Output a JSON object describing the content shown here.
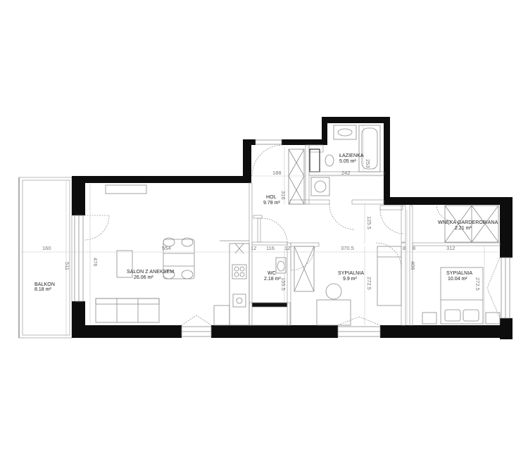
{
  "rooms": [
    {
      "id": "balkon",
      "name": "BALKON",
      "area": "8.18 m²"
    },
    {
      "id": "salon",
      "name": "SALON Z ANEKSEM",
      "area": "26.06 m²"
    },
    {
      "id": "hol",
      "name": "HOL",
      "area": "9.78 m²"
    },
    {
      "id": "lazienka",
      "name": "ŁAZIENKA",
      "area": "5.05 m²"
    },
    {
      "id": "wc",
      "name": "WC",
      "area": "2.18 m²"
    },
    {
      "id": "sypialnia1",
      "name": "SYPIALNIA",
      "area": "9.9 m²"
    },
    {
      "id": "wneka",
      "name": "WNĘKA GARDEROBIANA",
      "area": "2.21 m²"
    },
    {
      "id": "sypialnia2",
      "name": "SYPIALNIA",
      "area": "10.04 m²"
    }
  ],
  "dimensions": {
    "balkon_width": "160",
    "balkon_length": "511",
    "salon_length": "554",
    "salon_depth": "476",
    "hol_width": "188",
    "hol_depth": "316",
    "lazienka_width": "242",
    "lazienka_depth": "253",
    "hol_passage": "125.5",
    "wc_width": "116",
    "wc_depth": "155.5",
    "wall_small_1": "12",
    "wall_small_2": "12",
    "sypialnia1_width": "370.5",
    "sypialnia1_depth": "272.5",
    "sypialnia2_width": "312",
    "sypialnia2_depth": "272.5",
    "corridor_depth": "406",
    "wall_small_3": "8",
    "wall_small_4": "8"
  }
}
